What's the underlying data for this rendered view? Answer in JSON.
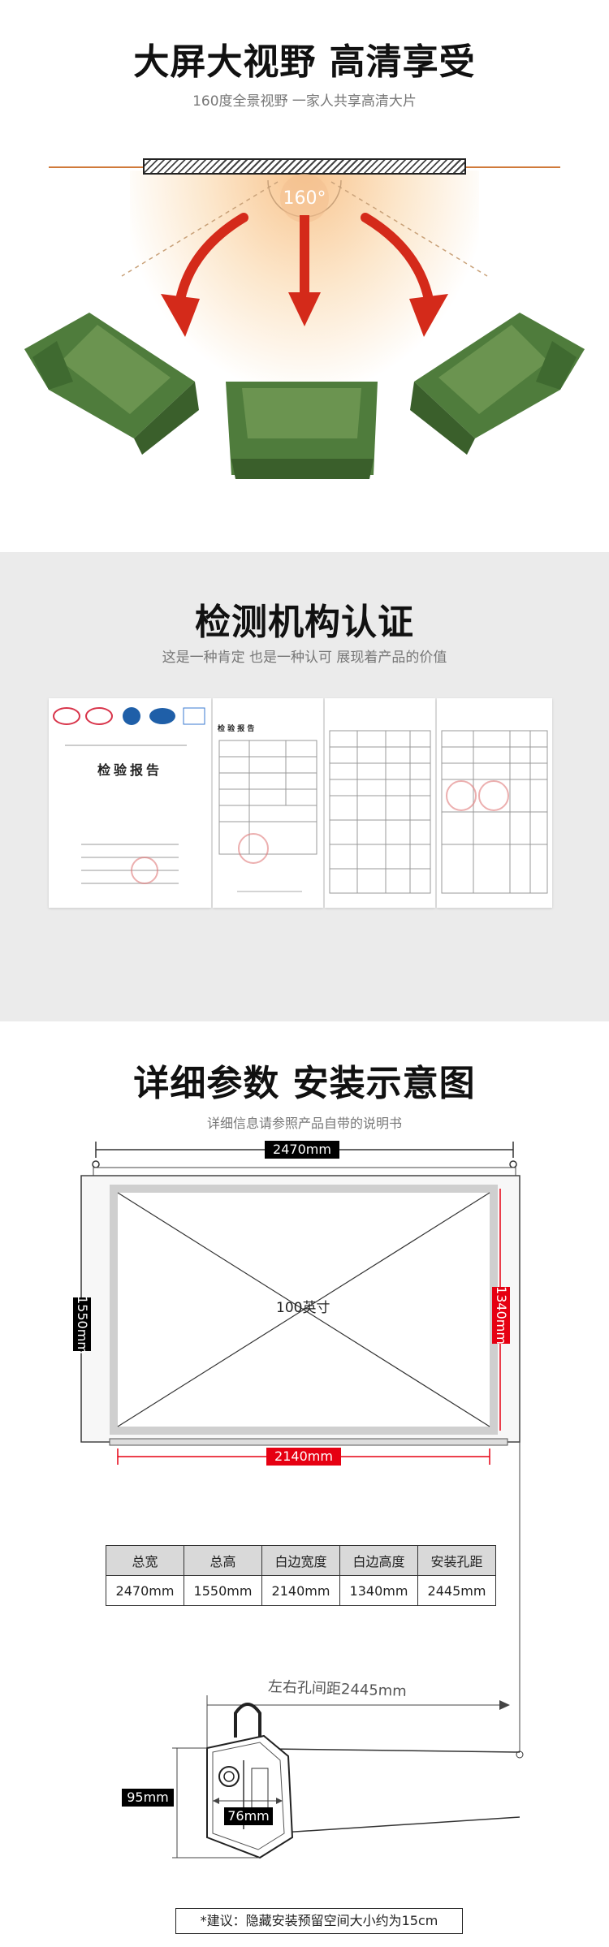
{
  "view": {
    "title": "大屏大视野 高清享受",
    "subtitle": "160度全景视野 一家人共享高清大片",
    "angle": "160°"
  },
  "cert": {
    "title": "检测机构认证",
    "subtitle": "这是一种肯定 也是一种认可 展现着产品的价值",
    "report_title": "检验报告",
    "report_heading_2": "检 验 报 告"
  },
  "params": {
    "title": "详细参数 安装示意图",
    "subtitle": "详细信息请参照产品自带的说明书",
    "total_width": "2470mm",
    "total_height": "1550mm",
    "screen_label": "100英寸",
    "border_height": "1340mm",
    "border_width": "2140mm",
    "hole_distance_label": "左右孔间距2445mm",
    "depth": "95mm",
    "width_small": "76mm",
    "note": "*建议：隐藏安装预留空间大小约为15cm",
    "table": {
      "headers": [
        "总宽",
        "总高",
        "白边宽度",
        "白边高度",
        "安装孔距"
      ],
      "values": [
        "2470mm",
        "1550mm",
        "2140mm",
        "1340mm",
        "2445mm"
      ]
    }
  },
  "colors": {
    "accent_red": "#e60012",
    "arrow_red": "#d42a1a",
    "sofa_green": "#4f7c3c",
    "cert_bg": "#ebebeb"
  }
}
